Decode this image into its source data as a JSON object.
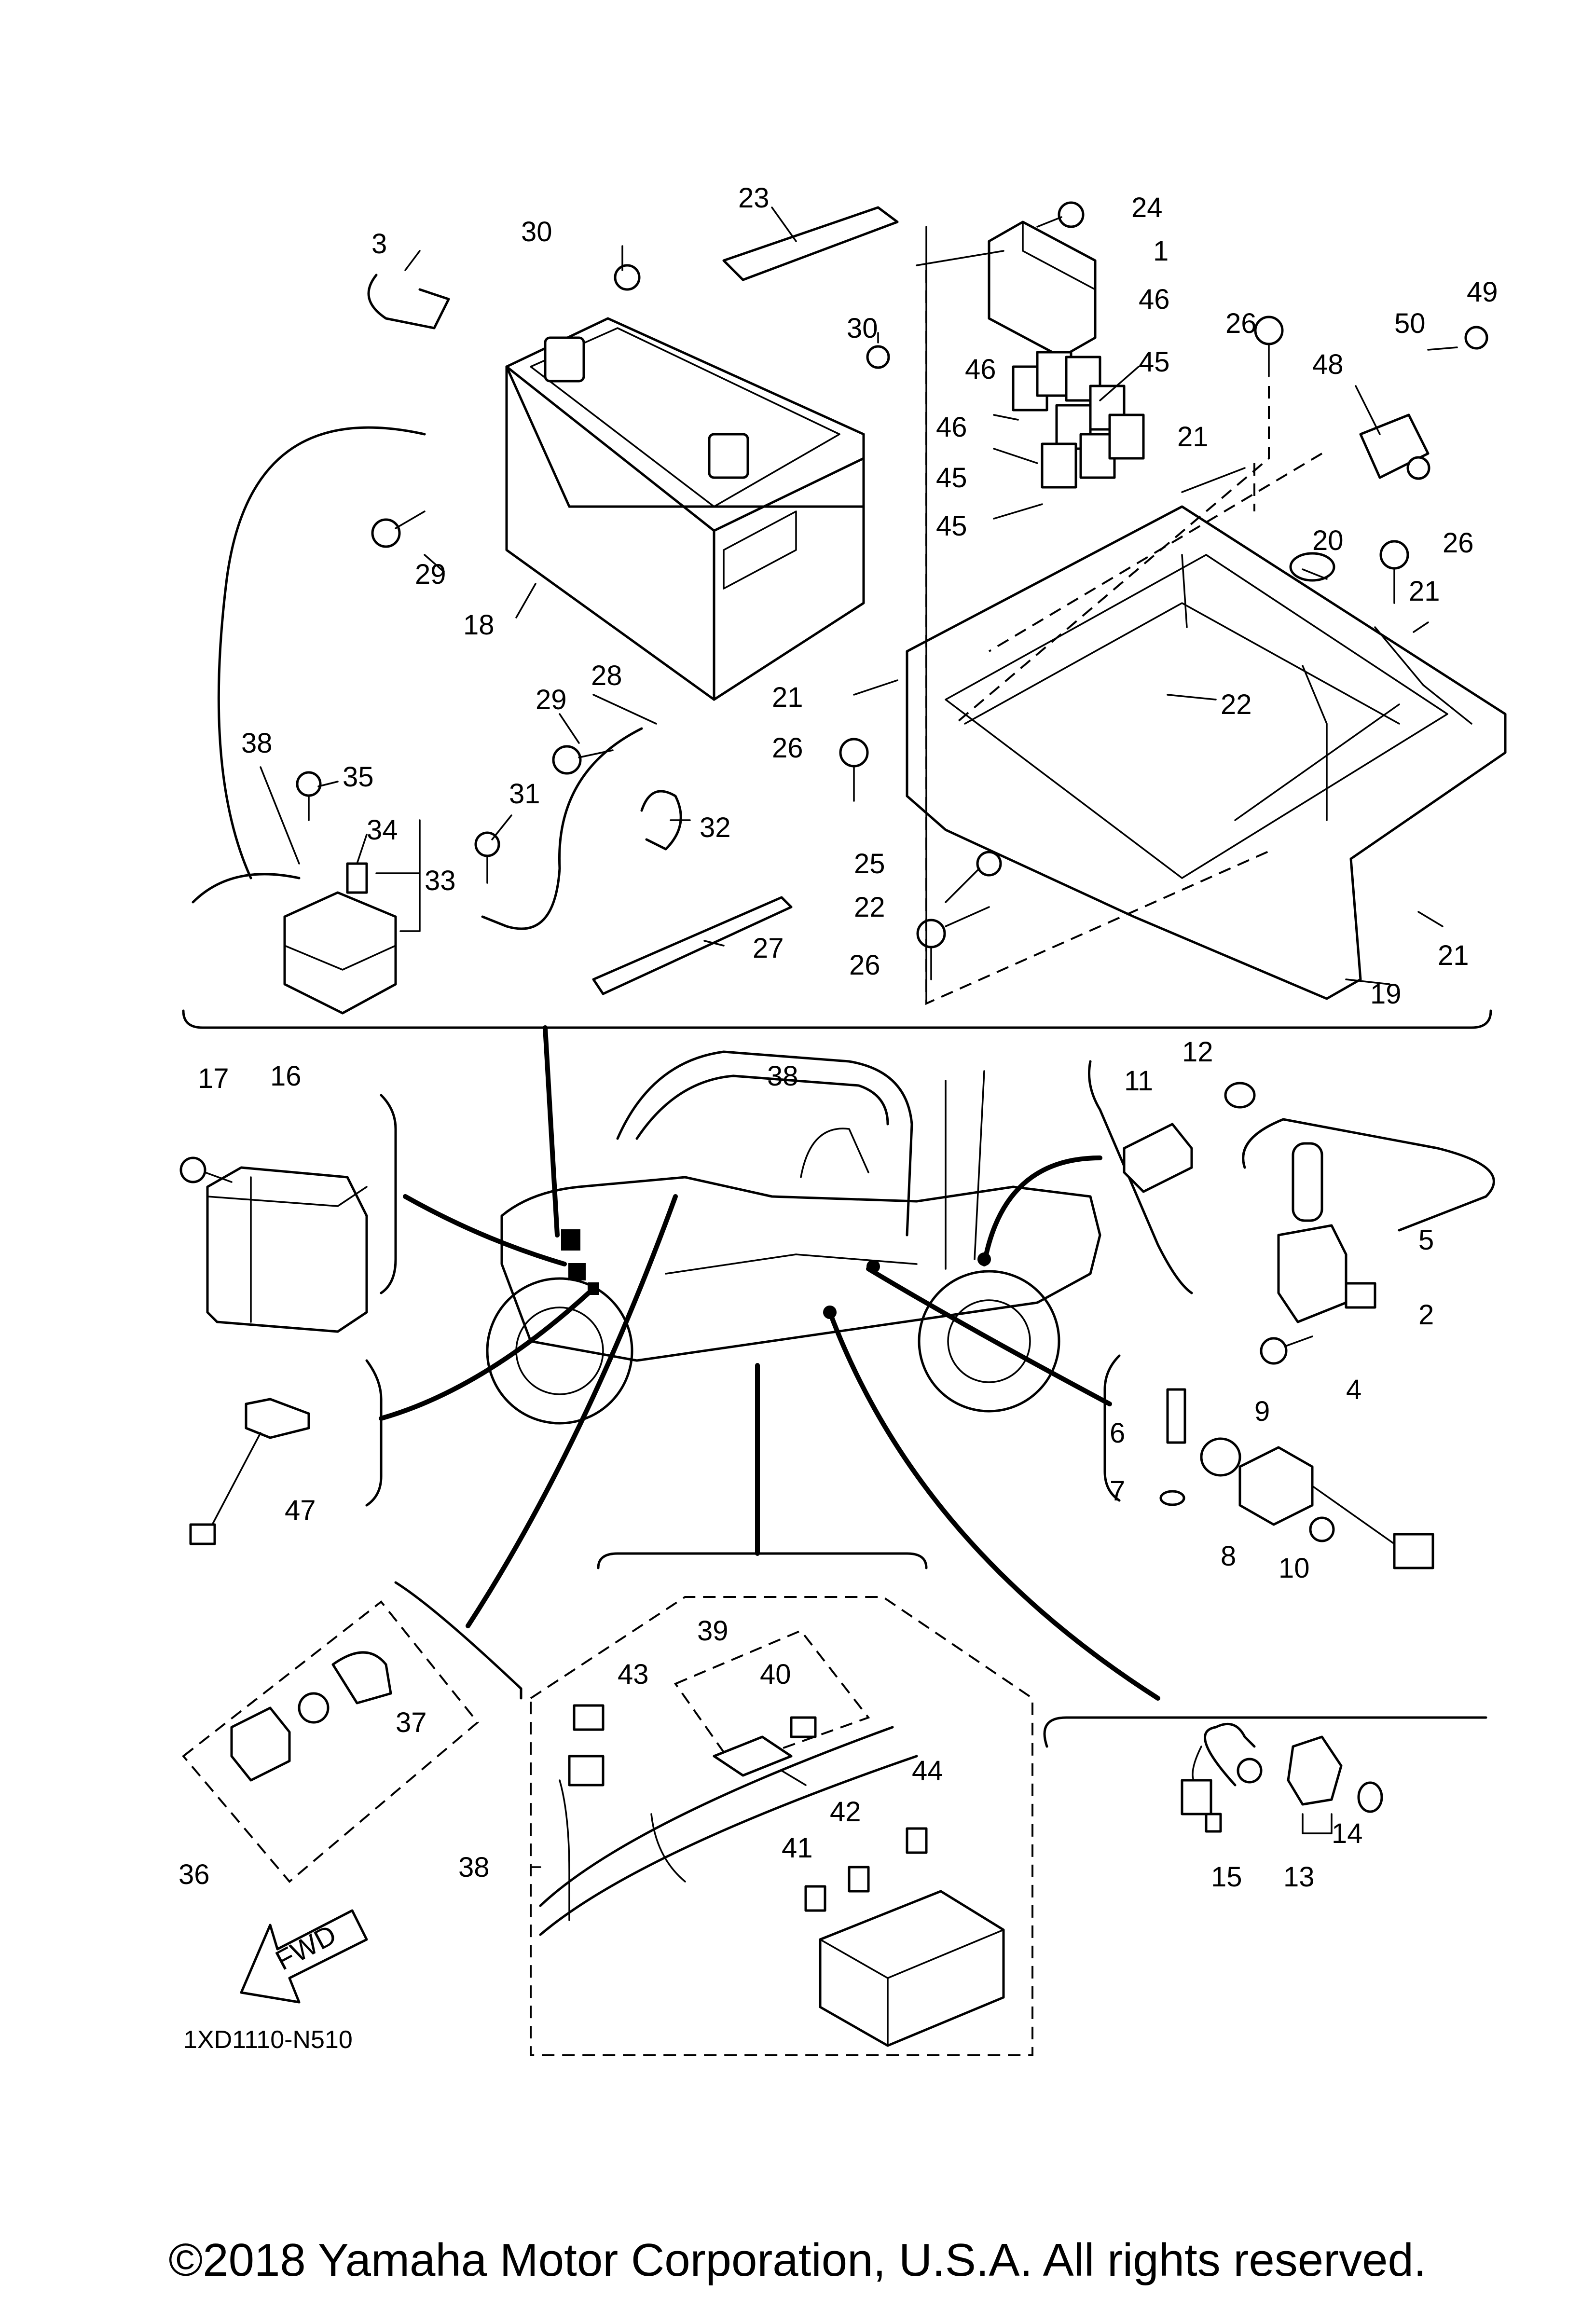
{
  "diagram_code": "1XD1110-N510",
  "fwd_label": "FWD",
  "copyright": "©2018 Yamaha Motor Corporation, U.S.A. All rights reserved.",
  "callouts": [
    "1",
    "2",
    "3",
    "4",
    "5",
    "6",
    "7",
    "8",
    "9",
    "10",
    "11",
    "12",
    "13",
    "14",
    "15",
    "16",
    "17",
    "18",
    "19",
    "20",
    "21",
    "21",
    "21",
    "21",
    "22",
    "22",
    "23",
    "24",
    "25",
    "26",
    "26",
    "26",
    "26",
    "27",
    "28",
    "29",
    "29",
    "30",
    "30",
    "31",
    "32",
    "33",
    "34",
    "35",
    "36",
    "37",
    "38",
    "38",
    "38",
    "39",
    "40",
    "41",
    "42",
    "43",
    "44",
    "45",
    "45",
    "45",
    "46",
    "46",
    "46",
    "47",
    "48",
    "49",
    "50"
  ]
}
